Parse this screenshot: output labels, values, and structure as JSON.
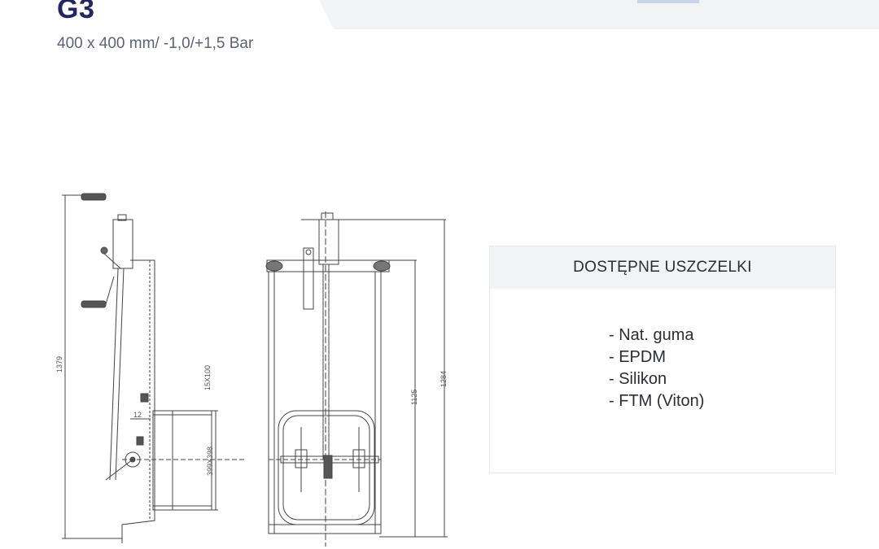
{
  "product": {
    "title": "G3",
    "subtitle": "400 x 400 mm/ -1,0/+1,5 Bar"
  },
  "drawing": {
    "dimensions": {
      "height_total": "1379",
      "opening_top": "15X100",
      "gap": "12",
      "opening_size": "399X398",
      "height_inner": "1125",
      "height_outer": "1284"
    }
  },
  "seals": {
    "heading": "DOSTĘPNE USZCZELKI",
    "items": [
      "Nat. guma",
      "EPDM",
      "Silikon",
      "FTM (Viton)"
    ]
  }
}
